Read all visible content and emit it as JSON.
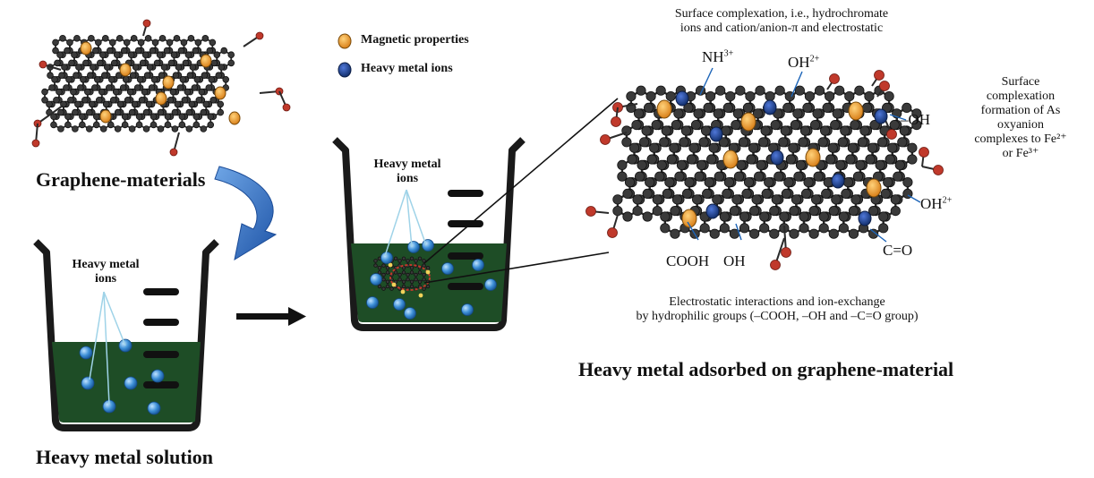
{
  "labels": {
    "graphene_materials": "Graphene-materials",
    "heavy_metal_solution": "Heavy metal solution",
    "beaker1_ions": "Heavy metal\nions",
    "beaker2_ions": "Heavy metal\nions",
    "legend_magnetic": "Magnetic properties",
    "legend_heavy_metal": "Heavy metal ions",
    "surface_complexation_top": "Surface complexation, i.e., hydrochromate\nions and cation/anion-π and electrostatic",
    "surface_complexation_right": "Surface\ncomplexation\nformation of As\noxyanion\ncomplexes to Fe²⁺\nor Fe³⁺",
    "electrostatic": "Electrostatic interactions and ion-exchange\nby hydrophilic groups (–COOH, –OH and –C=O group)",
    "adsorbed_title": "Heavy metal adsorbed on graphene-material"
  },
  "groups": {
    "nh3": "NH",
    "nh3_sup": "3+",
    "oh_top": "OH",
    "oh_top_sup": "2+",
    "oh_right": "–OH",
    "oh_right_low": "OH",
    "oh_right_low_sup": "2+",
    "cooh": "COOH",
    "oh_bottom": "OH",
    "co": "C=O"
  },
  "colors": {
    "magnetic": "#e89a2a",
    "heavy_metal": "#1f3f8f",
    "solution": "#1e4d26",
    "ion_blue": "#3d8fd6",
    "arrow_blue": "#2f6fc4"
  }
}
